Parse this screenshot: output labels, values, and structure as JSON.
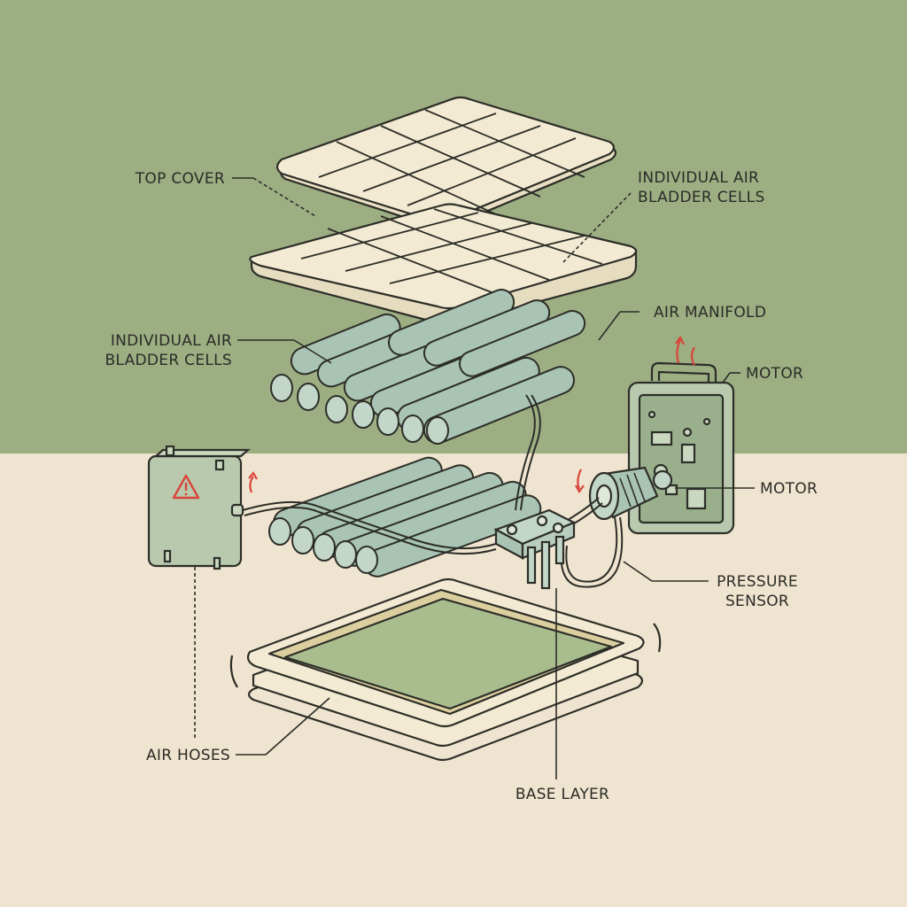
{
  "colors": {
    "background_top": "#9dae83",
    "background_bottom": "#efe4cf",
    "line": "#2d2e28",
    "pad_fill": "#f3ead3",
    "cell_fill": "#a9c4b4",
    "box_fill": "#b8c9ae",
    "base_fill": "#a9bc8e",
    "warning": "#d9453a"
  },
  "icons": [
    "warning-icon",
    "heat-arrow-icon"
  ],
  "labels": {
    "top_cover": "TOP COVER",
    "cells_upper_line1": "INDIVIDUAL AIR",
    "cells_upper_line2": "BLADDER CELLS",
    "cells_left_line1": "INDIVIDUAL AIR",
    "cells_left_line2": "BLADDER CELLS",
    "air_manifold": "AIR MANIFOLD",
    "motor_top": "MOTOR",
    "motor_side": "MOTOR",
    "pressure_line1": "PRESSURE",
    "pressure_line2": "SENSOR",
    "air_hoses": "AIR HOSES",
    "base_layer": "BASE LAYER"
  }
}
